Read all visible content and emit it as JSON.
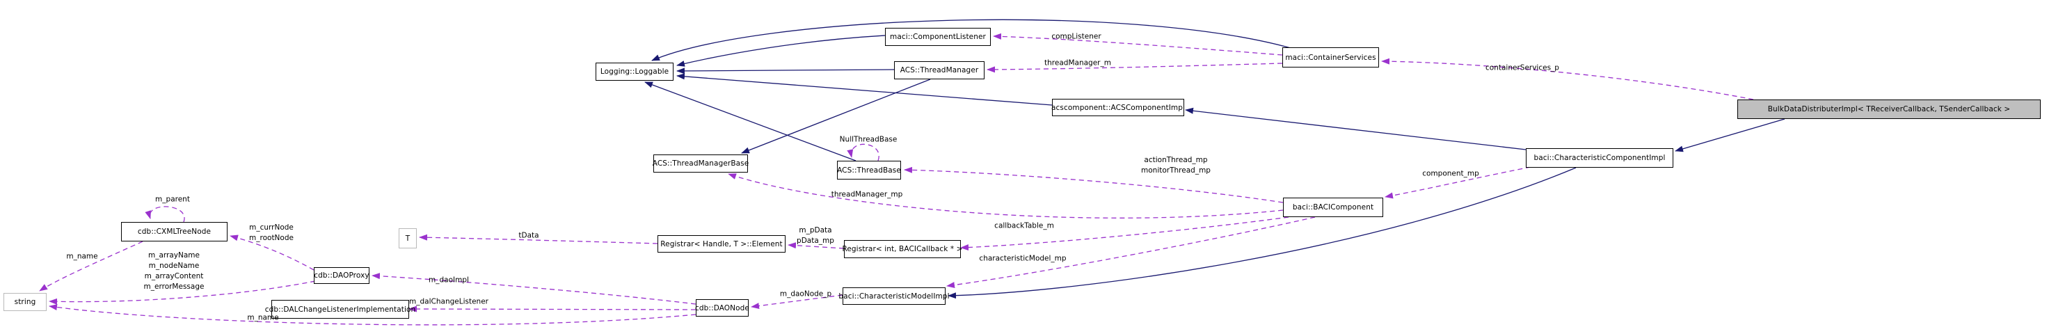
{
  "diagram_title": "Collaboration diagram for BulkDataDistributerImpl",
  "colors": {
    "inheritance_edge": "#191970",
    "usage_edge": "#9a32cd",
    "node_border": "#000000",
    "external_node_border": "#b9b9b9",
    "highlight_node_bg": "#bfbfbf",
    "background": "#ffffff"
  },
  "nodes": {
    "loggable": {
      "label": "Logging::Loggable"
    },
    "componentListener": {
      "label": "maci::ComponentListener"
    },
    "threadManager": {
      "label": "ACS::ThreadManager"
    },
    "containerServices": {
      "label": "maci::ContainerServices"
    },
    "acsComponentImpl": {
      "label": "acscomponent::ACSComponentImpl"
    },
    "bulkDataDistributerImpl": {
      "label": "BulkDataDistributerImpl< TReceiverCallback, TSenderCallback >"
    },
    "threadManagerBase": {
      "label": "ACS::ThreadManagerBase"
    },
    "threadBase": {
      "label": "ACS::ThreadBase"
    },
    "charComponentImpl": {
      "label": "baci::CharacteristicComponentImpl"
    },
    "baciComponent": {
      "label": "baci::BACIComponent"
    },
    "cxmlTreeNode": {
      "label": "cdb::CXMLTreeNode"
    },
    "tParam": {
      "label": "T"
    },
    "registrarElement": {
      "label": "Registrar< Handle, T >::Element"
    },
    "registrarInt": {
      "label": "Registrar< int, BACICallback * >"
    },
    "charModelImpl": {
      "label": "baci::CharacteristicModelImpl"
    },
    "daoProxy": {
      "label": "cdb::DAOProxy"
    },
    "dalChangeListenerImpl": {
      "label": "cdb::DALChangeListenerImplementation"
    },
    "daoNode": {
      "label": "cdb::DAONode"
    },
    "stringNode": {
      "label": "string"
    }
  },
  "edge_labels": {
    "compListener": "compListener",
    "threadManager_m": "threadManager_m",
    "containerServices_p": "containerServices_p",
    "nullThreadBase": "NullThreadBase",
    "actionThread_mp": "actionThread_mp",
    "monitorThread_mp": "monitorThread_mp",
    "threadManager_mp": "threadManager_mp",
    "component_mp": "component_mp",
    "callbackTable_m": "callbackTable_m",
    "characteristicModel_mp": "characteristicModel_mp",
    "m_pData": "m_pData",
    "pData_mp": "pData_mp",
    "tData": "tData",
    "m_parent": "m_parent",
    "m_currNode": "m_currNode",
    "m_rootNode": "m_rootNode",
    "m_name_tree": "m_name",
    "m_arrayName": "m_arrayName",
    "m_nodeName": "m_nodeName",
    "m_arrayContent": "m_arrayContent",
    "m_errorMessage": "m_errorMessage",
    "m_daoImpl": "m_daoImpl",
    "m_dalChangeListener": "m_dalChangeListener",
    "m_daoNode_p": "m_daoNode_p",
    "m_name_daonode": "m_name"
  }
}
